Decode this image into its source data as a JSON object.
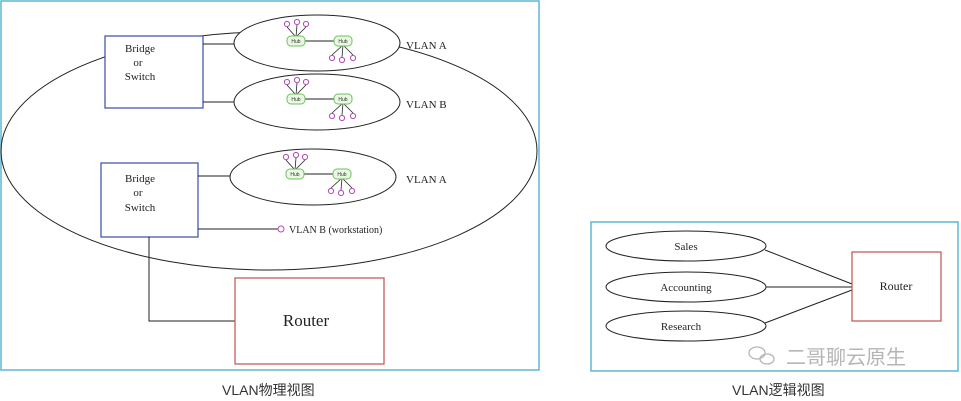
{
  "physical": {
    "caption": "VLAN物理视图",
    "switch_top": [
      "Bridge",
      "or",
      "Switch"
    ],
    "switch_bottom": [
      "Bridge",
      "or",
      "Switch"
    ],
    "vlan_labels": [
      "VLAN A",
      "VLAN B",
      "VLAN A"
    ],
    "workstation_label": "VLAN B (workstation)",
    "hub_label": "Hub",
    "router_label": "Router"
  },
  "logical": {
    "caption": "VLAN逻辑视图",
    "groups": [
      "Sales",
      "Accounting",
      "Research"
    ],
    "router_label": "Router"
  },
  "watermark": {
    "text": "二哥聊云原生"
  },
  "colors": {
    "frame_border": "#5fb6d6",
    "switch_border": "#3a4aa8",
    "router_border": "#c0504d",
    "hub_fill": "#e9f7e3",
    "hub_border": "#6fc25f",
    "node_color": "#b34bb3",
    "line": "#222222"
  }
}
